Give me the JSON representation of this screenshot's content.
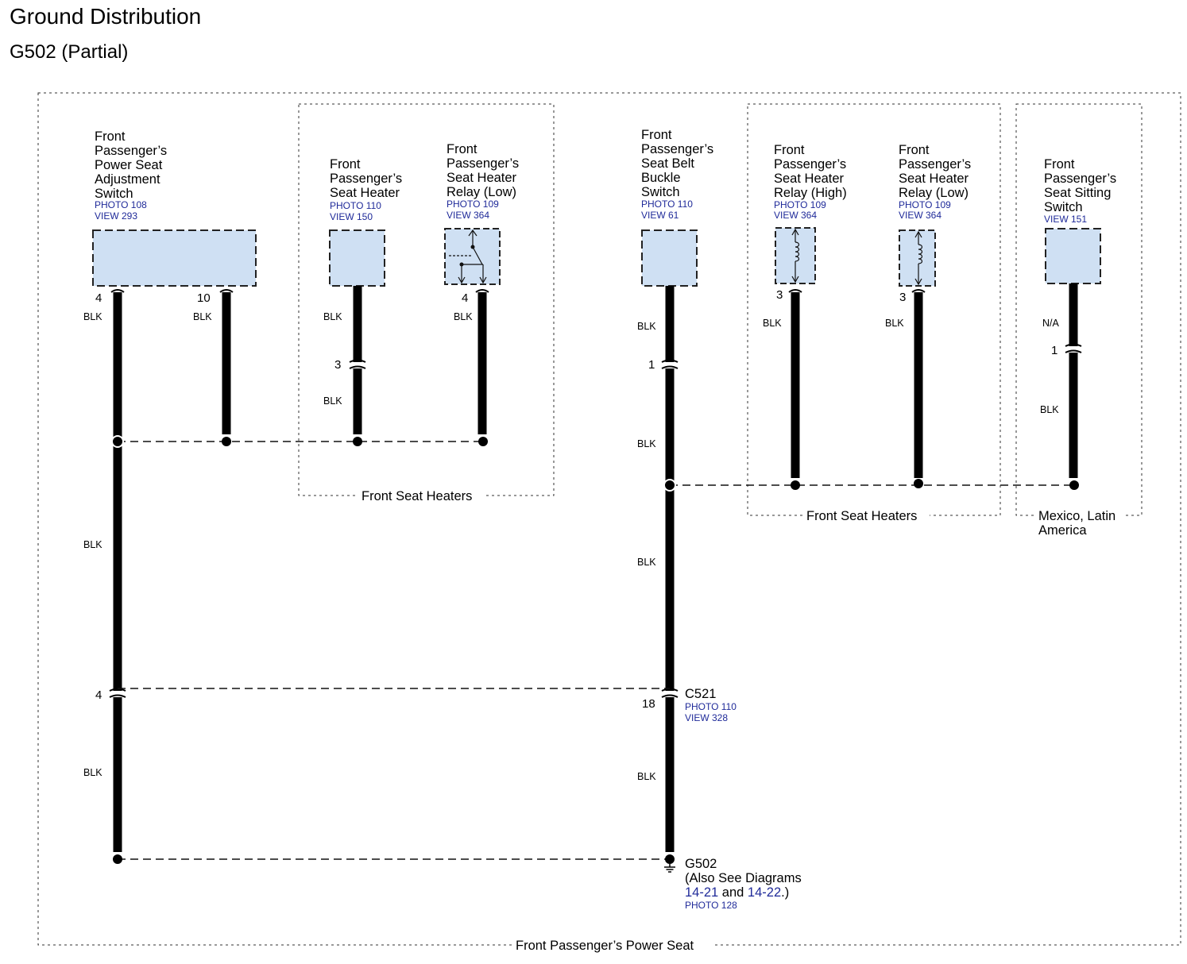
{
  "header": {
    "title": "Ground Distribution",
    "subtitle": "G502 (Partial)"
  },
  "colors": {
    "component_fill": "#cfe0f3",
    "wire": "#000000",
    "reference_text": "#1f2a99"
  },
  "components": {
    "power_seat_switch": {
      "name": [
        "Front",
        "Passenger’s",
        "Power Seat",
        "Adjustment",
        "Switch"
      ],
      "photo": "PHOTO 108",
      "view": "VIEW 293",
      "pins": [
        "4",
        "10"
      ]
    },
    "seat_heater": {
      "name": [
        "Front",
        "Passenger’s",
        "Seat Heater"
      ],
      "photo": "PHOTO 110",
      "view": "VIEW 150",
      "pin": "3"
    },
    "seat_heater_relay_low_left": {
      "name": [
        "Front",
        "Passenger’s",
        "Seat Heater",
        "Relay (Low)"
      ],
      "photo": "PHOTO 109",
      "view": "VIEW 364",
      "pin": "4"
    },
    "seat_belt_buckle_switch": {
      "name": [
        "Front",
        "Passenger’s",
        "Seat Belt",
        "Buckle",
        "Switch"
      ],
      "photo": "PHOTO 110",
      "view": "VIEW 61",
      "pin": "1"
    },
    "seat_heater_relay_high": {
      "name": [
        "Front",
        "Passenger’s",
        "Seat Heater",
        "Relay (High)"
      ],
      "photo": "PHOTO 109",
      "view": "VIEW 364",
      "pin": "3"
    },
    "seat_heater_relay_low_right": {
      "name": [
        "Front",
        "Passenger’s",
        "Seat Heater",
        "Relay (Low)"
      ],
      "photo": "PHOTO 109",
      "view": "VIEW 364",
      "pin": "3"
    },
    "seat_sitting_switch": {
      "name": [
        "Front",
        "Passenger’s",
        "Seat Sitting",
        "Switch"
      ],
      "view": "VIEW 151",
      "pin": "1"
    }
  },
  "wire_colors": {
    "blk": "BLK",
    "na": "N/A"
  },
  "connector_c521": {
    "name": "C521",
    "photo": "PHOTO 110",
    "view": "VIEW 328",
    "pin_left": "4",
    "pin_right": "18"
  },
  "ground_g502": {
    "name": "G502",
    "note_line1": "(Also See Diagrams",
    "link1": "14-21",
    "and": "and",
    "link2": "14-22",
    "end": ".)",
    "photo": "PHOTO 128"
  },
  "groups": {
    "front_seat_heaters_left": "Front Seat Heaters",
    "front_seat_heaters_right": "Front Seat Heaters",
    "mexico_latin_america": [
      "Mexico, Latin",
      "America"
    ],
    "front_passenger_power_seat": "Front Passenger’s Power Seat"
  }
}
